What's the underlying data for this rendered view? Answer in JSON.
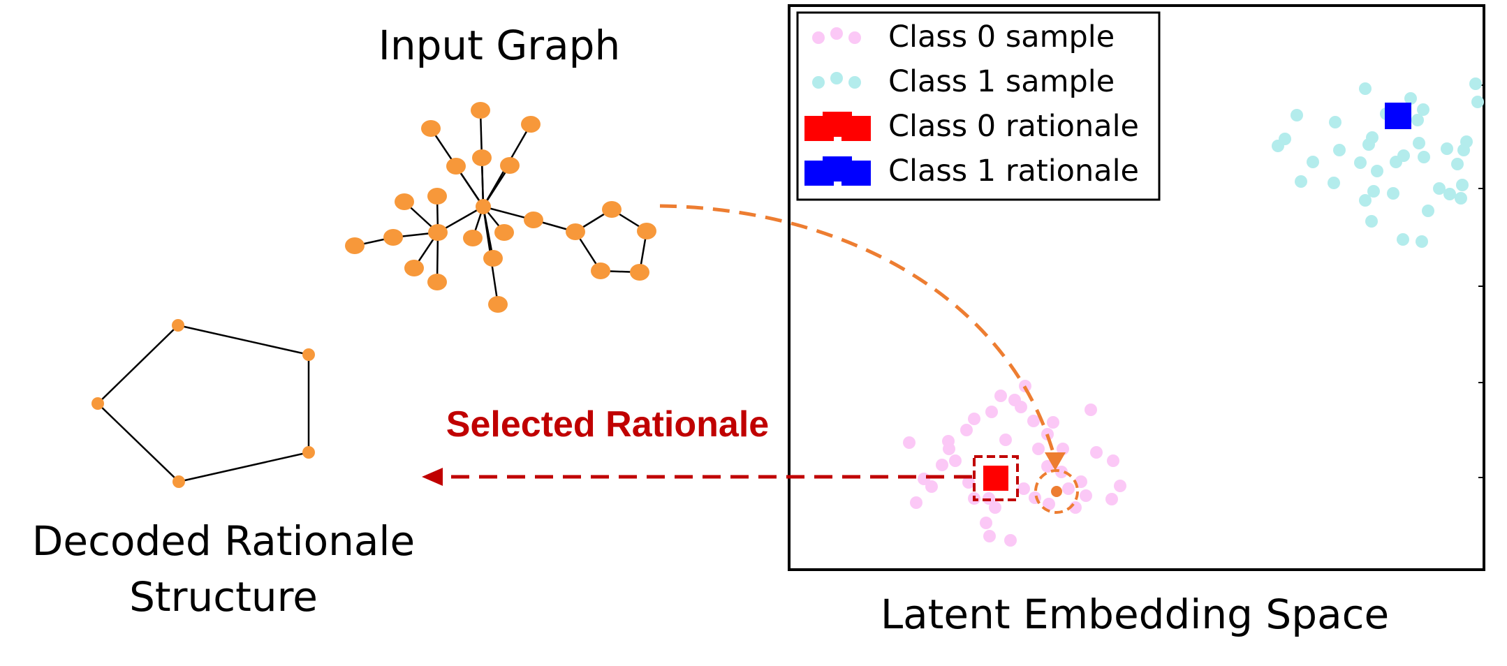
{
  "labels": {
    "input_graph": "Input Graph",
    "decoded_line1": "Decoded Rationale",
    "decoded_line2": "Structure",
    "latent_space": "Latent Embedding Space",
    "selected_rationale": "Selected Rationale"
  },
  "legend": [
    {
      "label": "Class 0 sample",
      "marker": "dots",
      "color": "#fbc8f6"
    },
    {
      "label": "Class 1 sample",
      "marker": "dots",
      "color": "#b3ecec"
    },
    {
      "label": "Class 0 rationale",
      "marker": "squares",
      "color": "#ff0000"
    },
    {
      "label": "Class 1 rationale",
      "marker": "squares",
      "color": "#0000ff"
    }
  ],
  "colors": {
    "node": "#f7983a",
    "edge": "#000000",
    "embed_arrow": "#ed7d31",
    "selected_arrow": "#c00000",
    "class0": "#fbc8f6",
    "class1": "#b3ecec",
    "rationale0": "#ff0000",
    "rationale1": "#0000ff"
  }
}
